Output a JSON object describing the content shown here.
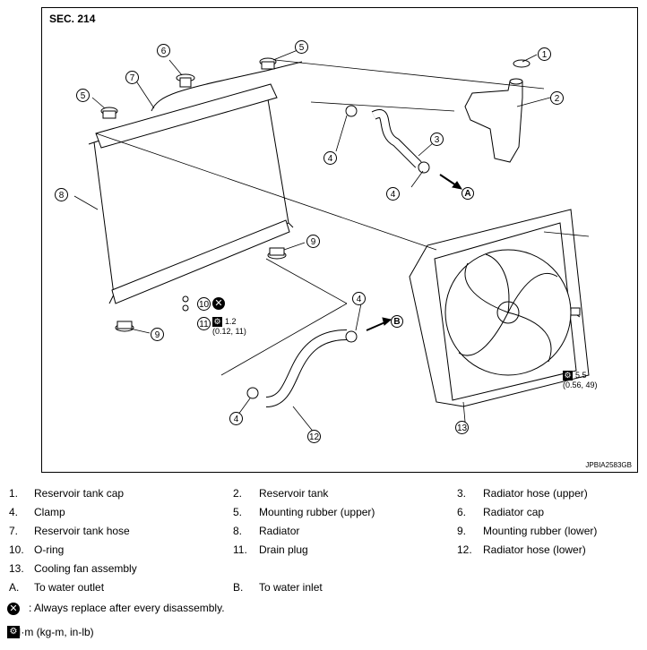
{
  "diagram": {
    "section_label": "SEC. 214",
    "image_code": "JPBIA2583GB",
    "callouts": [
      "1",
      "2",
      "3",
      "4",
      "5",
      "6",
      "7",
      "8",
      "9",
      "10",
      "11",
      "12",
      "13"
    ],
    "letters": [
      "A",
      "B"
    ],
    "torque_drain": {
      "value": "1.2",
      "units": "(0.12, 11)"
    },
    "torque_fan": {
      "value": "5.5",
      "units": "(0.56, 49)"
    }
  },
  "legend": {
    "items": [
      {
        "num": "1.",
        "text": "Reservoir tank cap"
      },
      {
        "num": "2.",
        "text": "Reservoir tank"
      },
      {
        "num": "3.",
        "text": "Radiator hose (upper)"
      },
      {
        "num": "4.",
        "text": "Clamp"
      },
      {
        "num": "5.",
        "text": "Mounting rubber (upper)"
      },
      {
        "num": "6.",
        "text": "Radiator cap"
      },
      {
        "num": "7.",
        "text": "Reservoir tank hose"
      },
      {
        "num": "8.",
        "text": "Radiator"
      },
      {
        "num": "9.",
        "text": "Mounting rubber (lower)"
      },
      {
        "num": "10.",
        "text": "O-ring"
      },
      {
        "num": "11.",
        "text": "Drain plug"
      },
      {
        "num": "12.",
        "text": "Radiator hose (lower)"
      },
      {
        "num": "13.",
        "text": "Cooling fan assembly"
      },
      {
        "num": "A.",
        "text": "To water outlet"
      },
      {
        "num": "B.",
        "text": "To water inlet"
      }
    ],
    "symbols": [
      {
        "icon": "replace-icon",
        "text": ": Always replace after every disassembly."
      },
      {
        "icon": "torque-icon",
        "text": ": N·m (kg-m, in-lb)"
      }
    ]
  }
}
